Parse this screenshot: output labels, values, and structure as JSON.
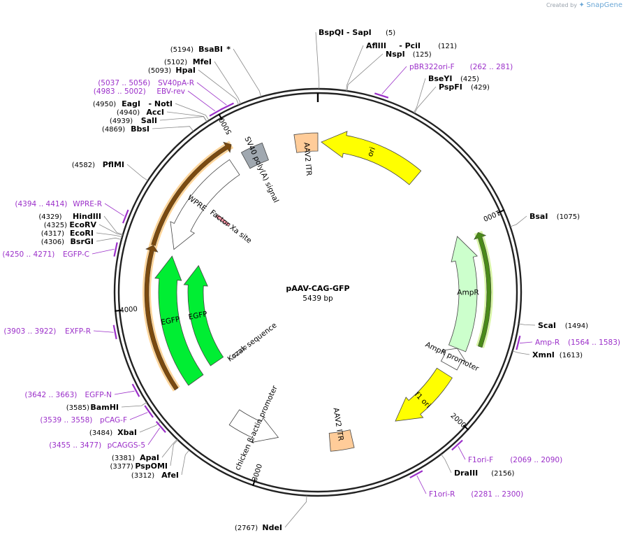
{
  "brand": {
    "created_by": "Created by",
    "app": "SnapGene"
  },
  "plasmid": {
    "name": "pAAV-CAG-GFP",
    "size": "5439 bp",
    "length": 5439
  },
  "ticks": [
    "1000",
    "2000",
    "3000",
    "4000",
    "5000"
  ],
  "enzymes": [
    {
      "name": "BspQI",
      "extra": "- SapI",
      "pos": "(5)",
      "site": 5
    },
    {
      "name": "AflIII",
      "extra": "- PciI",
      "pos": "(121)",
      "site": 121
    },
    {
      "name": "NspI",
      "extra": "",
      "pos": "(125)",
      "site": 125
    },
    {
      "name": "BseYI",
      "extra": "",
      "pos": "(425)",
      "site": 425
    },
    {
      "name": "PspFI",
      "extra": "",
      "pos": "(429)",
      "site": 429
    },
    {
      "name": "BsaI",
      "extra": "",
      "pos": "(1075)",
      "site": 1075
    },
    {
      "name": "ScaI",
      "extra": "",
      "pos": "(1494)",
      "site": 1494
    },
    {
      "name": "XmnI",
      "extra": "",
      "pos": "(1613)",
      "site": 1613
    },
    {
      "name": "DraIII",
      "extra": "",
      "pos": "(2156)",
      "site": 2156
    },
    {
      "name": "NdeI",
      "extra": "",
      "pos": "(2767)",
      "site": 2767
    },
    {
      "name": "AfeI",
      "extra": "",
      "pos": "(3312)",
      "site": 3312
    },
    {
      "name": "PspOMI",
      "extra": "",
      "pos": "(3377)",
      "site": 3377
    },
    {
      "name": "ApaI",
      "extra": "",
      "pos": "(3381)",
      "site": 3381
    },
    {
      "name": "XbaI",
      "extra": "",
      "pos": "(3484)",
      "site": 3484
    },
    {
      "name": "BamHI",
      "extra": "",
      "pos": "(3585)",
      "site": 3585
    },
    {
      "name": "BsrGI",
      "extra": "",
      "pos": "(4306)",
      "site": 4306
    },
    {
      "name": "EcoRI",
      "extra": "",
      "pos": "(4317)",
      "site": 4317
    },
    {
      "name": "EcoRV",
      "extra": "",
      "pos": "(4325)",
      "site": 4325
    },
    {
      "name": "HindIII",
      "extra": "",
      "pos": "(4329)",
      "site": 4329
    },
    {
      "name": "PflMI",
      "extra": "",
      "pos": "(4582)",
      "site": 4582
    },
    {
      "name": "BbsI",
      "extra": "",
      "pos": "(4869)",
      "site": 4869
    },
    {
      "name": "SalI",
      "extra": "",
      "pos": "(4939)",
      "site": 4939
    },
    {
      "name": "AccI",
      "extra": "",
      "pos": "(4940)",
      "site": 4940
    },
    {
      "name": "EagI",
      "extra": "- NotI",
      "pos": "(4950)",
      "site": 4950
    },
    {
      "name": "HpaI",
      "extra": "",
      "pos": "(5093)",
      "site": 5093
    },
    {
      "name": "MfeI",
      "extra": "",
      "pos": "(5102)",
      "site": 5102
    },
    {
      "name": "BsaBI",
      "extra": "*",
      "pos": "(5194)",
      "site": 5194
    }
  ],
  "primers": [
    {
      "name": "pBR322ori-F",
      "range": "(262 .. 281)",
      "site": 271
    },
    {
      "name": "Amp-R",
      "range": "(1564 .. 1583)",
      "site": 1573
    },
    {
      "name": "F1ori-F",
      "range": "(2069 .. 2090)",
      "site": 2079
    },
    {
      "name": "F1ori-R",
      "range": "(2281 .. 2300)",
      "site": 2290
    },
    {
      "name": "pCAGGS-5",
      "range": "(3455 .. 3477)",
      "site": 3466
    },
    {
      "name": "pCAG-F",
      "range": "(3539 .. 3558)",
      "site": 3548
    },
    {
      "name": "EGFP-N",
      "range": "(3642 .. 3663)",
      "site": 3652
    },
    {
      "name": "EXFP-R",
      "range": "(3903 .. 3922)",
      "site": 3912
    },
    {
      "name": "EGFP-C",
      "range": "(4250 .. 4271)",
      "site": 4260
    },
    {
      "name": "WPRE-R",
      "range": "(4394 .. 4414)",
      "site": 4404
    },
    {
      "name": "EBV-rev",
      "range": "(4983 .. 5002)",
      "site": 4992
    },
    {
      "name": "SV40pA-R",
      "range": "(5037 .. 5056)",
      "site": 5046
    }
  ],
  "features": [
    {
      "name": "ori",
      "start": 20,
      "end": 610,
      "dir": "ccw",
      "color": "#ffff00",
      "ring": 215
    },
    {
      "name": "AmpR",
      "start": 1030,
      "end": 1690,
      "dir": "ccw",
      "color": "#ccffcc",
      "ring": 215
    },
    {
      "name": "AmpR promoter",
      "start": 1690,
      "end": 1800,
      "dir": "ccw",
      "color": "#ffffff",
      "ring": 215
    },
    {
      "name": "f1 ori",
      "start": 1850,
      "end": 2250,
      "dir": "cw",
      "color": "#ffff00",
      "ring": 215
    },
    {
      "name": "AAV2 ITR",
      "label_id": "itr2",
      "start": 2520,
      "end": 2650,
      "dir": "none",
      "color": "#ffcc99",
      "ring": 215
    },
    {
      "name": "chicken β-actin promoter",
      "start": 2950,
      "end": 3230,
      "dir": "ccw",
      "color": "#ffffff",
      "ring": 215
    },
    {
      "name": "Kozak sequence",
      "start": 3510,
      "end": 3530,
      "dir": "none",
      "color": "#ffffff",
      "ring": 140
    },
    {
      "name": "EGFP",
      "label_id": "egfp_inner",
      "start": 3560,
      "end": 4270,
      "dir": "cw",
      "color": "#00ee33",
      "ring": 175
    },
    {
      "name": "EGFP",
      "label_id": "egfp_outer",
      "start": 3540,
      "end": 4290,
      "dir": "cw",
      "color": "#00ee33",
      "ring": 215
    },
    {
      "name": "WPRE",
      "start": 4330,
      "end": 4930,
      "dir": "ccw",
      "color": "#ffffff",
      "ring": 215
    },
    {
      "name": "Factor Xa site",
      "start": 4630,
      "end": 4650,
      "dir": "none",
      "color": "#ff99aa",
      "ring": 170
    },
    {
      "name": "SV40 poly(A) signal",
      "start": 5005,
      "end": 5130,
      "dir": "none",
      "color": "#a0a8b0",
      "ring": 215
    },
    {
      "name": "AAV2 ITR",
      "label_id": "itr1",
      "start": 5309,
      "end": 5439,
      "dir": "none",
      "color": "#ffcc99",
      "ring": 215
    }
  ],
  "orfs": [
    {
      "start": 4300,
      "end": 4980,
      "ring": 245,
      "dir": "cw"
    },
    {
      "start": 3560,
      "end": 4320,
      "ring": 245,
      "dir": "cw"
    },
    {
      "start": 1050,
      "end": 1640,
      "ring": 245,
      "dir": "ccw"
    }
  ]
}
